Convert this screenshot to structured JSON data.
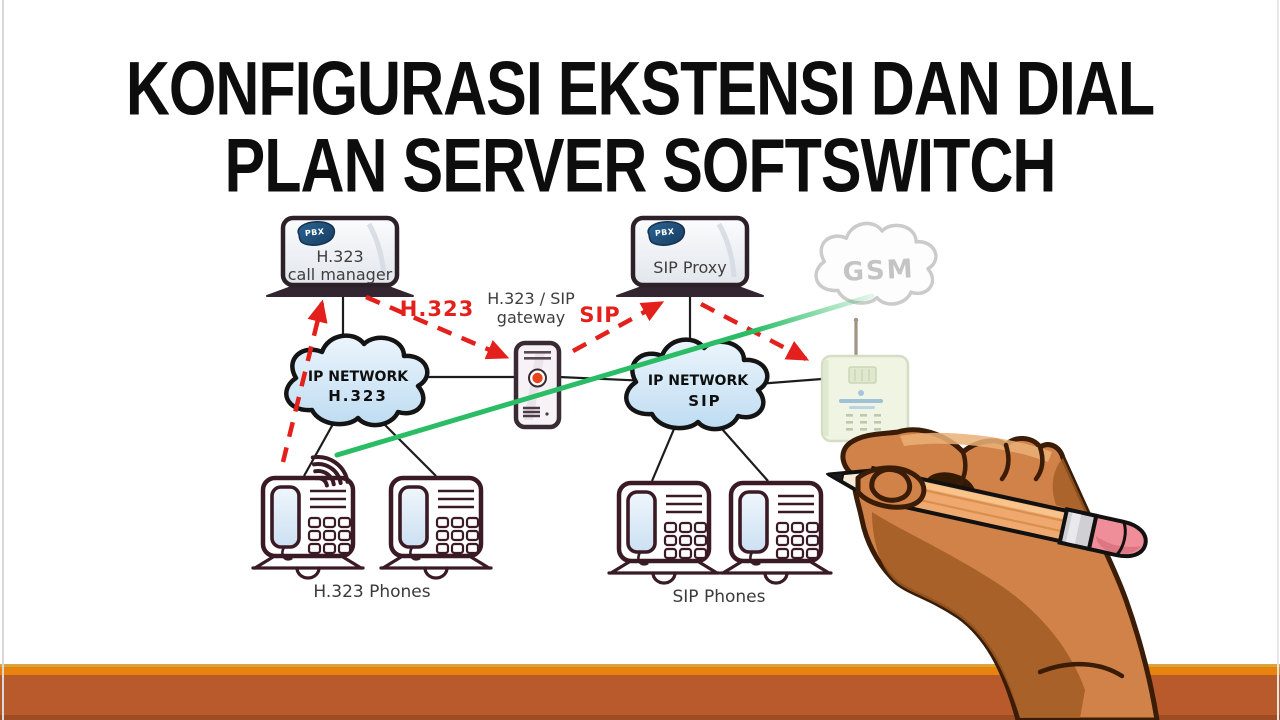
{
  "title": {
    "line1": "KONFIGURASI EKSTENSI DAN DIAL",
    "line2": "PLAN SERVER SOFTSWITCH"
  },
  "nodes": {
    "call_manager": {
      "badge": "PBX",
      "line1": "H.323",
      "line2": "call manager"
    },
    "sip_proxy": {
      "badge": "PBX",
      "label": "SIP Proxy"
    },
    "gateway": {
      "line1": "H.323 / SIP",
      "line2": "gateway"
    },
    "network_h323": {
      "line1": "IP NETWORK",
      "line2": "H.323"
    },
    "network_sip": {
      "line1": "IP NETWORK",
      "line2": "SIP"
    },
    "gsm_cloud": {
      "label": "GSM"
    },
    "h323_phones": {
      "label": "H.323 Phones"
    },
    "sip_phones": {
      "label": "SIP Phones"
    }
  },
  "flows": {
    "h323": "H.323",
    "sip": "SIP"
  },
  "colors": {
    "arrow_red": "#e3201b",
    "green_line": "#2bbd66",
    "outline_dark": "#3a1a24",
    "band_gold": "#d9a43b",
    "band_orange": "#e8830e",
    "band_terracotta": "#b85a2b",
    "skin": "#d08248",
    "skin_shadow": "#a05c25",
    "pencil_body": "#efa96e",
    "eraser_pink": "#ef8e99"
  }
}
